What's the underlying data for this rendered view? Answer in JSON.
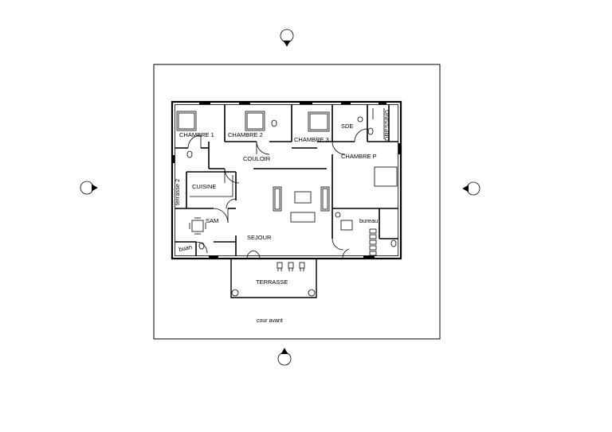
{
  "rooms": {
    "chambre1": "CHAMBRE 1",
    "chambre2": "CHAMBRE 2",
    "chambre3": "CHAMBRE 3",
    "sde": "SDE",
    "dressing": "DRESSING",
    "chambre_p": "CHAMBRE P",
    "couloir": "COULOIR",
    "cuisine": "CUISINE",
    "terrasse2": "terrasse 2",
    "sam": "SAM",
    "sejour": "SEJOUR",
    "bureau": "bureau",
    "buan": "buan",
    "terrasse": "TERRASSE",
    "cour_avant": "cour avant"
  },
  "icons": {
    "view_markers": [
      "section-marker-north-icon",
      "section-marker-south-icon",
      "section-marker-west-icon",
      "section-marker-east-icon"
    ]
  },
  "colors": {
    "line": "#000000",
    "background": "#ffffff"
  }
}
